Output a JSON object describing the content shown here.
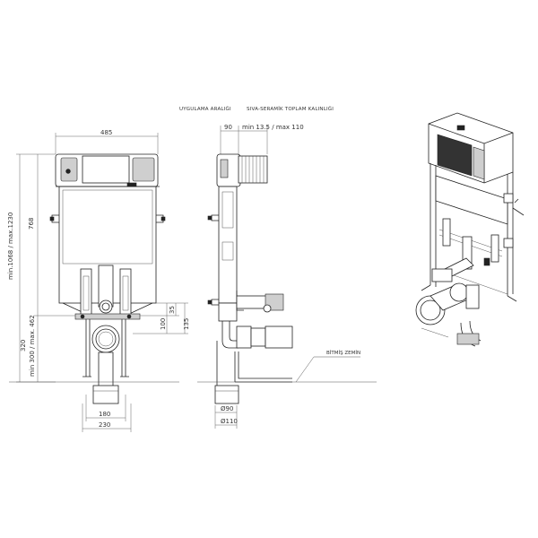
{
  "header": {
    "application_range": "UYGULAMA ARALIĞI",
    "plaster_ceramic_thickness": "SIVA-SERAMİK TOPLAM KALINLIĞI"
  },
  "front_view": {
    "width_top": "485",
    "height_range": "min.1068 / max.1230",
    "frame_height": "768",
    "dim_100": "100",
    "dim_35": "35",
    "dim_135": "135",
    "low_320": "320",
    "low_range": "min 300 / max. 462",
    "bottom_180": "180",
    "bottom_230": "230"
  },
  "side_view": {
    "dim_90": "90",
    "thickness_range": "min 13.5 / max 110",
    "finished_floor": "BİTMİŞ ZEMİN",
    "dia_90": "Ø90",
    "dia_110": "Ø110"
  }
}
